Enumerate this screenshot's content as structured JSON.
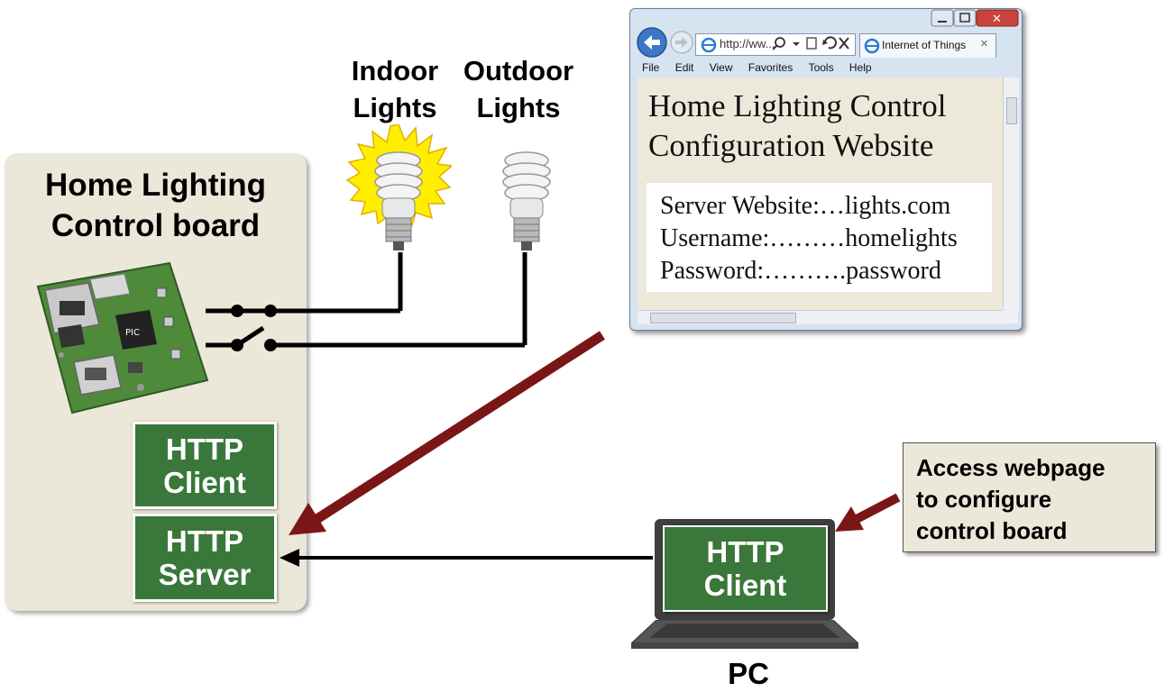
{
  "board": {
    "title_line1": "Home Lighting",
    "title_line2": "Control board",
    "http_client_line1": "HTTP",
    "http_client_line2": "Client",
    "http_server_line1": "HTTP",
    "http_server_line2": "Server"
  },
  "lights": {
    "indoor_line1": "Indoor",
    "indoor_line2": "Lights",
    "outdoor_line1": "Outdoor",
    "outdoor_line2": "Lights"
  },
  "browser": {
    "address": "http://ww...",
    "tab_title": "Internet of Things",
    "menu": [
      "File",
      "Edit",
      "View",
      "Favorites",
      "Tools",
      "Help"
    ],
    "heading_line1": "Home Lighting Control",
    "heading_line2": "Configuration Website",
    "server_website": "Server Website:…lights.com",
    "username": "Username:………homelights",
    "password": "Password:……….password"
  },
  "note": {
    "line1": "Access webpage",
    "line2": "to configure",
    "line3": "control board"
  },
  "pc": {
    "label": "PC",
    "client_line1": "HTTP",
    "client_line2": "Client"
  },
  "colors": {
    "panel": "#ebe7d9",
    "green": "#3a773a",
    "arrow_red": "#7a1616",
    "bulb_glow": "#ffee00"
  }
}
